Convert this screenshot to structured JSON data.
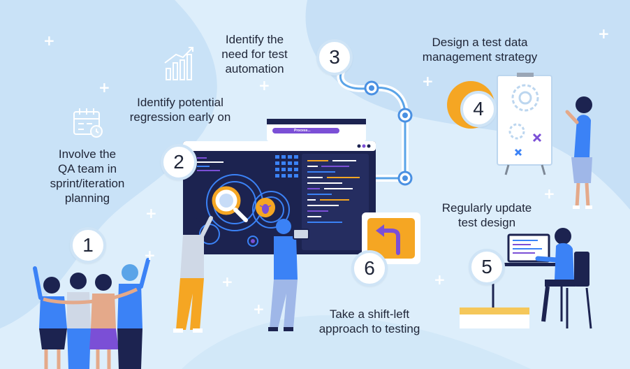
{
  "steps": [
    {
      "number": "1",
      "label": "Involve the\nQA team in\nsprint/iteration\nplanning"
    },
    {
      "number": "2",
      "label": "Identify potential\nregression early on"
    },
    {
      "number": "3",
      "label": "Identify the\nneed for test\nautomation"
    },
    {
      "number": "4",
      "label": "Design a test data\nmanagement strategy"
    },
    {
      "number": "5",
      "label": "Regularly update\ntest design"
    },
    {
      "number": "6",
      "label": "Take a shift-left\napproach to testing"
    }
  ],
  "screen": {
    "process_label": "Process..."
  },
  "colors": {
    "background": "#ddeefb",
    "accent_orange": "#f5a623",
    "accent_purple": "#7b4fd6",
    "dark_navy": "#1c2350",
    "circle_border": "#cfe4f6"
  },
  "icons": [
    "calendar-icon",
    "bar-chart-icon",
    "gear-icon",
    "magnifier-icon",
    "bug-icon",
    "turn-left-arrow-icon",
    "whiteboard-icon",
    "laptop-icon"
  ]
}
